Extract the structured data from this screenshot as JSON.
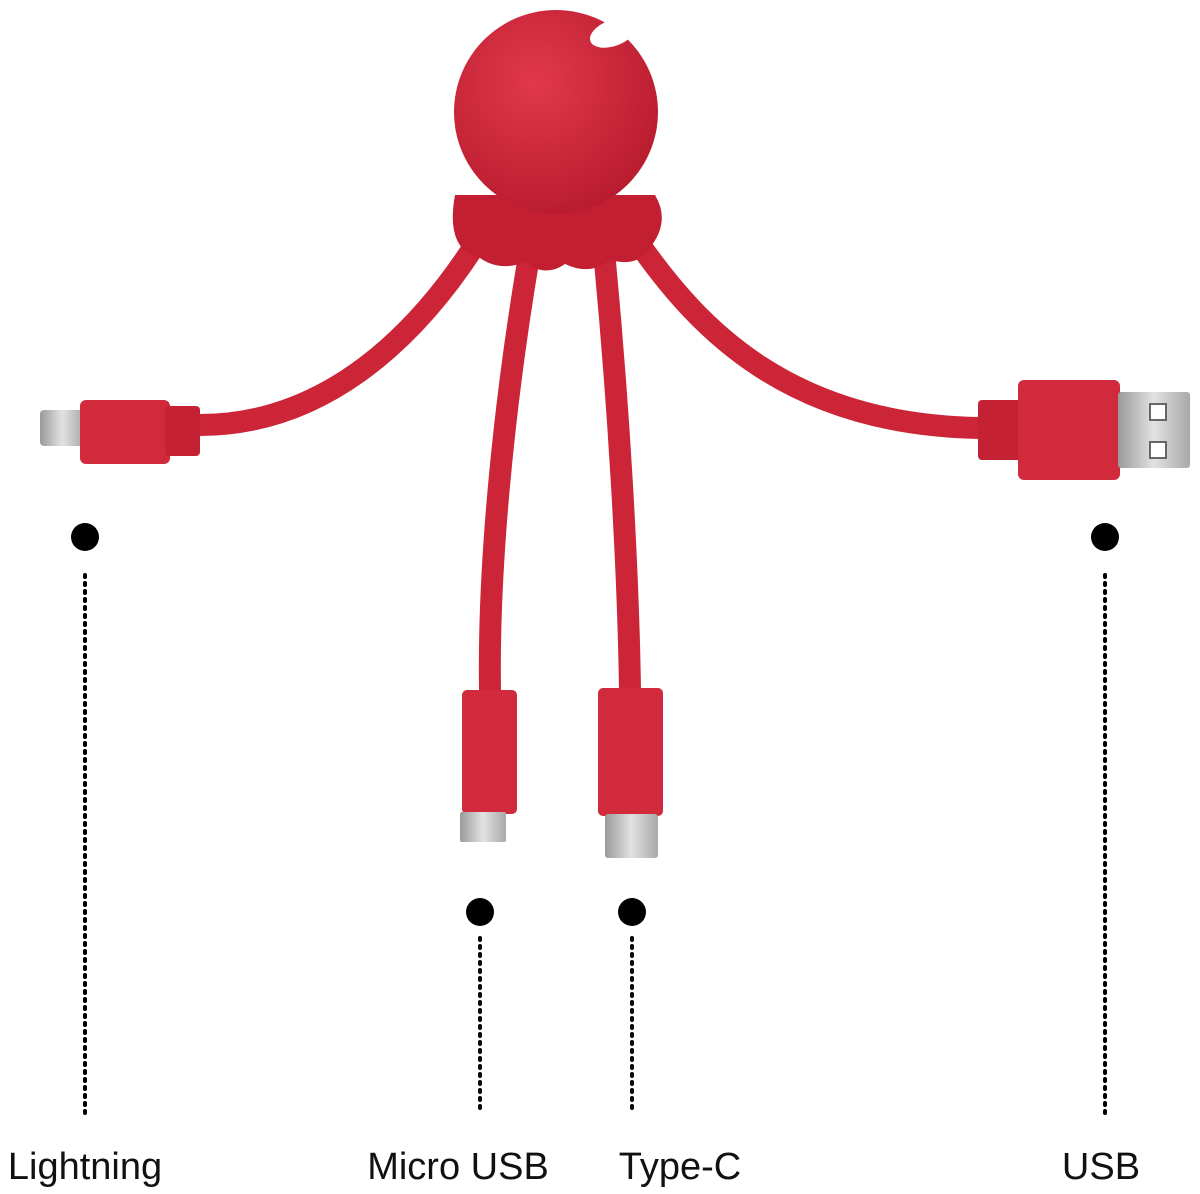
{
  "product": {
    "accent_color": "#cf2438",
    "metal_color": "#c9c9c9"
  },
  "connectors": [
    {
      "label": "Lightning"
    },
    {
      "label": "Micro USB"
    },
    {
      "label": "Type-C"
    },
    {
      "label": "USB"
    }
  ]
}
